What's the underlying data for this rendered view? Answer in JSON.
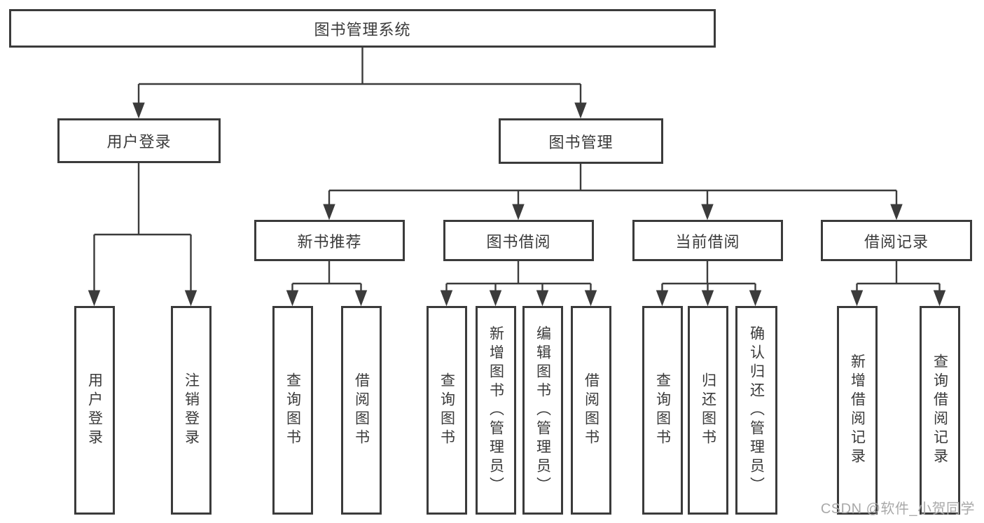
{
  "page": {
    "background": "#ffffff",
    "watermark": "CSDN @软件_小贺同学"
  },
  "colors": {
    "line": "#3b3b3b",
    "text": "#3a3a3a",
    "box_bg": "#ffffff",
    "page_bg": "#ffffff",
    "watermark": "#a9a9a9"
  },
  "tree": {
    "root": {
      "label": "图书管理系统"
    },
    "level2": [
      {
        "label": "用户登录"
      },
      {
        "label": "图书管理"
      }
    ],
    "level3": [
      {
        "label": "新书推荐"
      },
      {
        "label": "图书借阅"
      },
      {
        "label": "当前借阅"
      },
      {
        "label": "借阅记录"
      }
    ],
    "leaves": {
      "user_login": [
        "用户登录",
        "注销登录"
      ],
      "new_book_recommend": [
        "查询图书",
        "借阅图书"
      ],
      "book_borrow": [
        "查询图书",
        "新增图书（管理员）",
        "编辑图书（管理员）",
        "借阅图书"
      ],
      "current_borrow": [
        "查询图书",
        "归还图书",
        "确认归还（管理员）"
      ],
      "borrow_record": [
        "新增借阅记录",
        "查询借阅记录"
      ]
    }
  }
}
